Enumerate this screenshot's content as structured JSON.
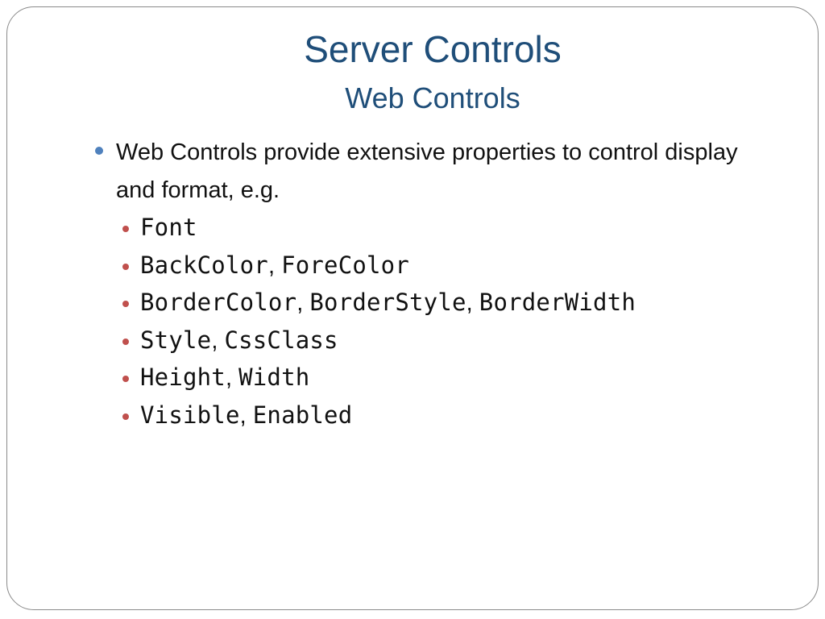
{
  "slide": {
    "title": "Server Controls",
    "subtitle": "Web Controls",
    "main_bullet": "Web Controls provide extensive properties to control display and format, e.g.",
    "properties": [
      {
        "items": [
          "Font"
        ]
      },
      {
        "items": [
          "BackColor",
          "ForeColor"
        ]
      },
      {
        "items": [
          "BorderColor",
          "BorderStyle",
          "BorderWidth"
        ]
      },
      {
        "items": [
          "Style",
          "CssClass"
        ]
      },
      {
        "items": [
          "Height",
          "Width"
        ]
      },
      {
        "items": [
          "Visible",
          "Enabled"
        ]
      }
    ],
    "separator": ", "
  },
  "colors": {
    "title": "#1f4e79",
    "main_bullet_dot": "#4f81bd",
    "sub_bullet_dot": "#c0504d",
    "frame_border": "#8a8a8a"
  }
}
